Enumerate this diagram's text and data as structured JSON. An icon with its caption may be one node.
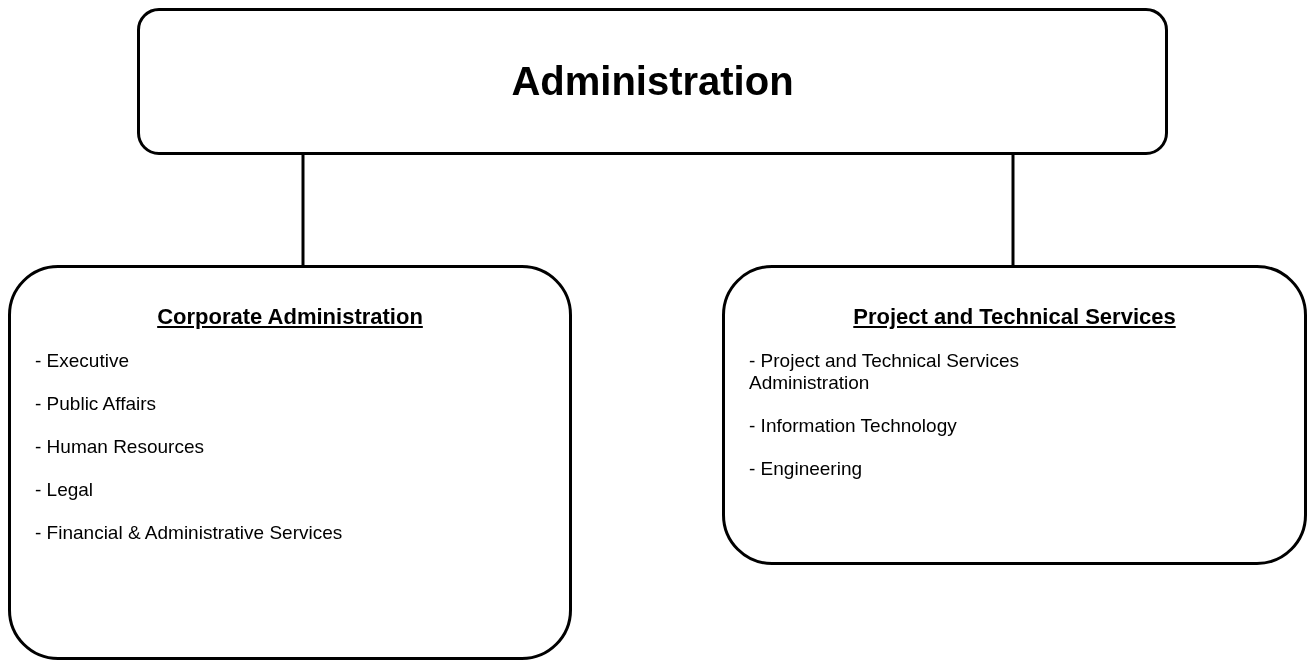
{
  "diagram": {
    "nodes": [
      {
        "text": [
          "Administration"
        ]
      },
      {
        "text": [
          "Corporate Administration",
          "- Executive",
          "- Public Affairs",
          "- Human Resources",
          "- Legal",
          "- Financial & Administrative Services"
        ]
      },
      {
        "text": [
          "Project and Technical Services",
          "- Project and Technical Services Administration",
          "- Information Technology",
          "- Engineering"
        ]
      }
    ],
    "edges": [
      {
        "from": 0,
        "to": 1,
        "arrow": "none"
      },
      {
        "from": 0,
        "to": 2,
        "arrow": "none"
      }
    ]
  }
}
